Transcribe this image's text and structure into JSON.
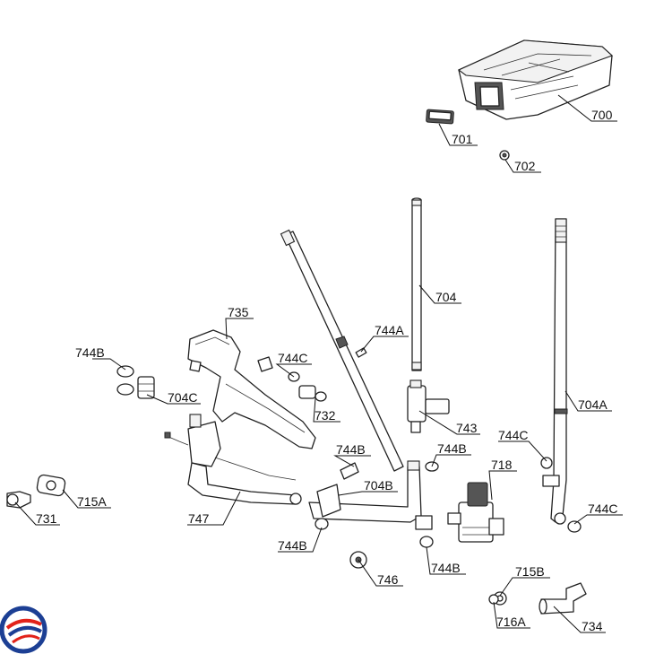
{
  "callouts": {
    "c700": "700",
    "c701": "701",
    "c702": "702",
    "c704": "704",
    "c704A": "704A",
    "c704B": "704B",
    "c704C": "704C",
    "c715A": "715A",
    "c715B": "715B",
    "c716A": "716A",
    "c718": "718",
    "c731": "731",
    "c732": "732",
    "c734": "734",
    "c735": "735",
    "c743": "743",
    "c744A": "744A",
    "c744B_left": "744B",
    "c744B_center": "744B",
    "c744B_right": "744B",
    "c744B_bottom_left": "744B",
    "c744B_bottom_right": "744B",
    "c744C_left": "744C",
    "c744C_right": "744C",
    "c744C_far_right": "744C",
    "c746": "746",
    "c747": "747"
  },
  "logo": {
    "colors": [
      "#1c3f94",
      "#e2231a"
    ]
  }
}
